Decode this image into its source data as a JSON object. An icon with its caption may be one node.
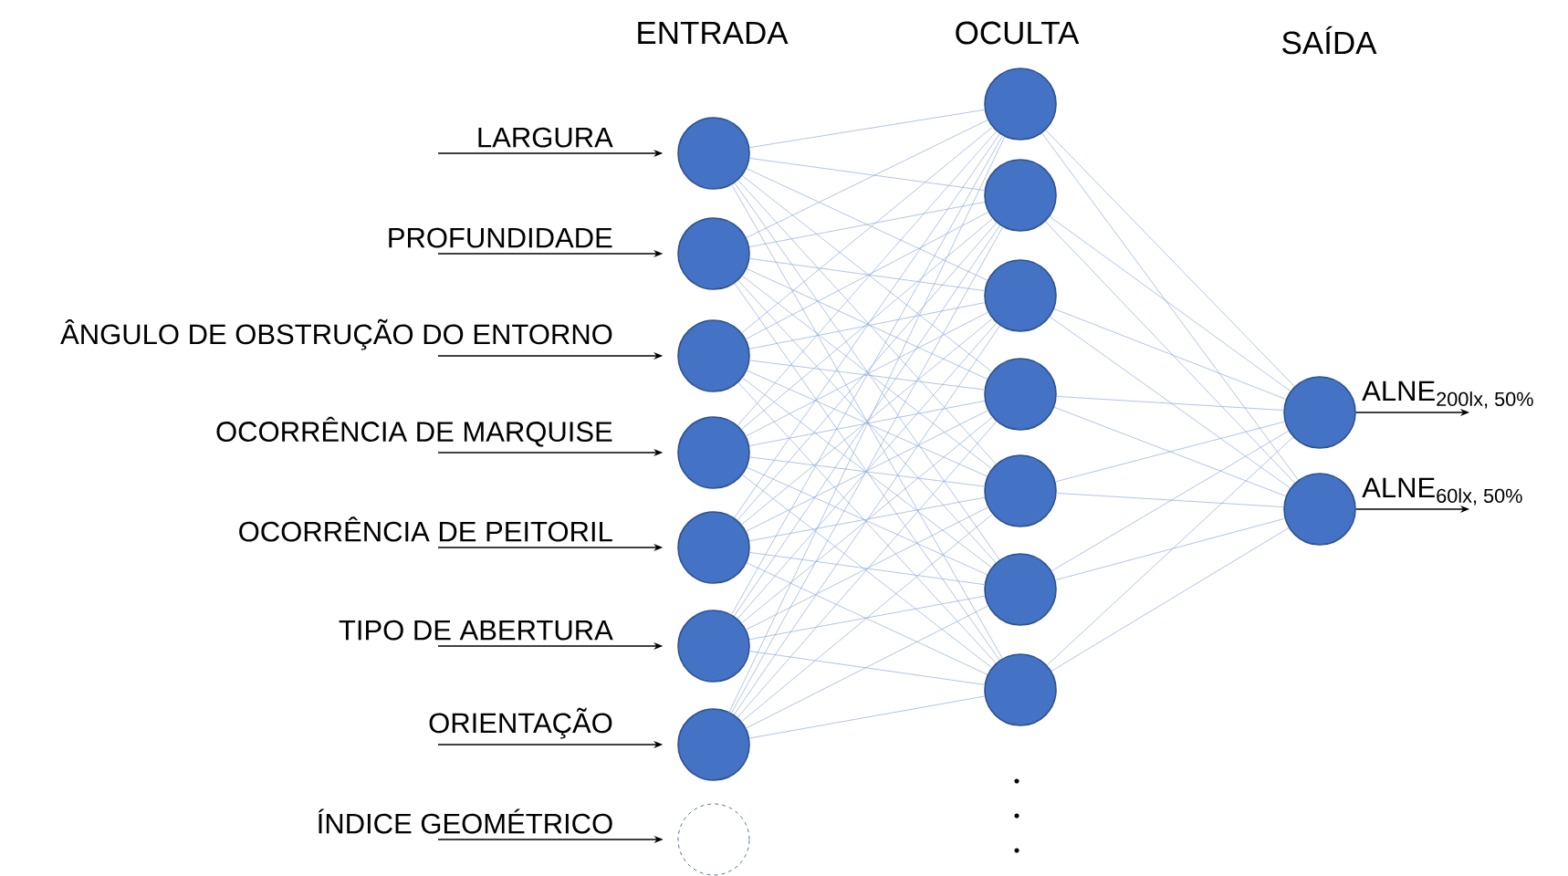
{
  "diagram": {
    "nodes": [
      {
        "text": [],
        "shape": "circle"
      },
      {
        "text": [],
        "shape": "circle"
      },
      {
        "text": [],
        "shape": "circle"
      },
      {
        "text": [],
        "shape": "circle"
      },
      {
        "text": [],
        "shape": "circle"
      },
      {
        "text": [],
        "shape": "circle"
      },
      {
        "text": [],
        "shape": "circle"
      },
      {
        "text": [],
        "shape": "circle"
      },
      {
        "text": [],
        "shape": "circle"
      },
      {
        "text": [],
        "shape": "circle"
      },
      {
        "text": [],
        "shape": "circle"
      },
      {
        "text": [],
        "shape": "circle"
      },
      {
        "text": [],
        "shape": "circle"
      },
      {
        "text": [],
        "shape": "circle"
      },
      {
        "text": [],
        "shape": "circle"
      },
      {
        "text": [],
        "shape": "circle"
      },
      {
        "text": [],
        "shape": "circle"
      }
    ],
    "edges": [
      {
        "from": null,
        "to": 0,
        "arrow": "to",
        "label": "LARGURA",
        "color": "#000000"
      },
      {
        "from": null,
        "to": 1,
        "arrow": "to",
        "label": "PROFUNDIDADE",
        "color": "#000000"
      },
      {
        "from": null,
        "to": 2,
        "arrow": "to",
        "label": "ÂNGULO DE OBSTRUÇÃO DO ENTORNO",
        "color": "#000000"
      },
      {
        "from": null,
        "to": 3,
        "arrow": "to",
        "label": "OCORRÊNCIA DE MARQUISE",
        "color": "#000000"
      },
      {
        "from": null,
        "to": 4,
        "arrow": "to",
        "label": "OCORRÊNCIA DE PEITORIL",
        "color": "#000000"
      },
      {
        "from": null,
        "to": 5,
        "arrow": "to",
        "label": "TIPO DE ABERTURA",
        "color": "#000000"
      },
      {
        "from": null,
        "to": 6,
        "arrow": "to",
        "label": "ORIENTAÇÃO",
        "color": "#000000"
      },
      {
        "from": null,
        "to": 7,
        "arrow": "to",
        "label": "ÍNDICE GEOMÉTRICO",
        "color": "#000000"
      },
      {
        "from": 0,
        "to": 8,
        "arrow": "none"
      },
      {
        "from": 0,
        "to": 9,
        "arrow": "none"
      },
      {
        "from": 0,
        "to": 10,
        "arrow": "none"
      },
      {
        "from": 0,
        "to": 11,
        "arrow": "none"
      },
      {
        "from": 0,
        "to": 12,
        "arrow": "none"
      },
      {
        "from": 0,
        "to": 13,
        "arrow": "none"
      },
      {
        "from": 0,
        "to": 14,
        "arrow": "none"
      },
      {
        "from": 1,
        "to": 8,
        "arrow": "none"
      },
      {
        "from": 1,
        "to": 9,
        "arrow": "none"
      },
      {
        "from": 1,
        "to": 10,
        "arrow": "none"
      },
      {
        "from": 1,
        "to": 11,
        "arrow": "none"
      },
      {
        "from": 1,
        "to": 12,
        "arrow": "none"
      },
      {
        "from": 1,
        "to": 13,
        "arrow": "none"
      },
      {
        "from": 1,
        "to": 14,
        "arrow": "none"
      },
      {
        "from": 2,
        "to": 8,
        "arrow": "none"
      },
      {
        "from": 2,
        "to": 9,
        "arrow": "none"
      },
      {
        "from": 2,
        "to": 10,
        "arrow": "none"
      },
      {
        "from": 2,
        "to": 11,
        "arrow": "none"
      },
      {
        "from": 2,
        "to": 12,
        "arrow": "none"
      },
      {
        "from": 2,
        "to": 13,
        "arrow": "none"
      },
      {
        "from": 2,
        "to": 14,
        "arrow": "none"
      },
      {
        "from": 3,
        "to": 8,
        "arrow": "none"
      },
      {
        "from": 3,
        "to": 9,
        "arrow": "none"
      },
      {
        "from": 3,
        "to": 10,
        "arrow": "none"
      },
      {
        "from": 3,
        "to": 11,
        "arrow": "none"
      },
      {
        "from": 3,
        "to": 12,
        "arrow": "none"
      },
      {
        "from": 3,
        "to": 13,
        "arrow": "none"
      },
      {
        "from": 3,
        "to": 14,
        "arrow": "none"
      },
      {
        "from": 4,
        "to": 8,
        "arrow": "none"
      },
      {
        "from": 4,
        "to": 9,
        "arrow": "none"
      },
      {
        "from": 4,
        "to": 10,
        "arrow": "none"
      },
      {
        "from": 4,
        "to": 11,
        "arrow": "none"
      },
      {
        "from": 4,
        "to": 12,
        "arrow": "none"
      },
      {
        "from": 4,
        "to": 13,
        "arrow": "none"
      },
      {
        "from": 4,
        "to": 14,
        "arrow": "none"
      },
      {
        "from": 5,
        "to": 8,
        "arrow": "none"
      },
      {
        "from": 5,
        "to": 9,
        "arrow": "none"
      },
      {
        "from": 5,
        "to": 10,
        "arrow": "none"
      },
      {
        "from": 5,
        "to": 11,
        "arrow": "none"
      },
      {
        "from": 5,
        "to": 12,
        "arrow": "none"
      },
      {
        "from": 5,
        "to": 13,
        "arrow": "none"
      },
      {
        "from": 5,
        "to": 14,
        "arrow": "none"
      },
      {
        "from": 6,
        "to": 8,
        "arrow": "none"
      },
      {
        "from": 6,
        "to": 9,
        "arrow": "none"
      },
      {
        "from": 6,
        "to": 10,
        "arrow": "none"
      },
      {
        "from": 6,
        "to": 11,
        "arrow": "none"
      },
      {
        "from": 6,
        "to": 12,
        "arrow": "none"
      },
      {
        "from": 6,
        "to": 13,
        "arrow": "none"
      },
      {
        "from": 6,
        "to": 14,
        "arrow": "none"
      },
      {
        "from": 8,
        "to": 15,
        "arrow": "none"
      },
      {
        "from": 8,
        "to": 16,
        "arrow": "none"
      },
      {
        "from": 9,
        "to": 15,
        "arrow": "none"
      },
      {
        "from": 9,
        "to": 16,
        "arrow": "none"
      },
      {
        "from": 10,
        "to": 15,
        "arrow": "none"
      },
      {
        "from": 10,
        "to": 16,
        "arrow": "none"
      },
      {
        "from": 11,
        "to": 15,
        "arrow": "none"
      },
      {
        "from": 11,
        "to": 16,
        "arrow": "none"
      },
      {
        "from": 12,
        "to": 15,
        "arrow": "none"
      },
      {
        "from": 12,
        "to": 16,
        "arrow": "none"
      },
      {
        "from": 13,
        "to": 15,
        "arrow": "none"
      },
      {
        "from": 13,
        "to": 16,
        "arrow": "none"
      },
      {
        "from": 14,
        "to": 15,
        "arrow": "none"
      },
      {
        "from": 14,
        "to": 16,
        "arrow": "none"
      },
      {
        "from": 15,
        "to": null,
        "arrow": "to",
        "label": "ALNE$_{200lx, 50%}$",
        "color": "#000000"
      },
      {
        "from": 16,
        "to": null,
        "arrow": "to",
        "label": "ALNE$_{60lx, 50%}$",
        "color": "#000000"
      }
    ],
    "labels": [
      "ENTRADA",
      "OCULTA",
      "SAÍDA"
    ]
  }
}
